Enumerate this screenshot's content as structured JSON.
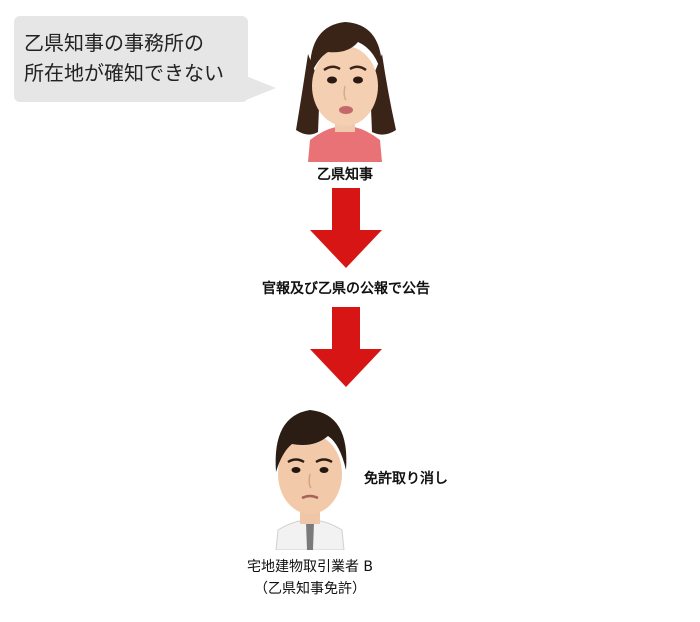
{
  "speech_bubble": {
    "text": "乙県知事の事務所の\n所在地が確知できない"
  },
  "governor": {
    "label": "乙県知事"
  },
  "step": {
    "label": "官報及び乙県の公報で公告"
  },
  "action": {
    "label": "免許取り消し"
  },
  "dealer": {
    "label": "宅地建物取引業者 B",
    "sublabel": "（乙県知事免許）"
  },
  "colors": {
    "arrow": "#d81515",
    "bubble": "#e6e6e6",
    "governor_shirt": "#e87276",
    "dealer_shirt": "#f2f2f2",
    "dealer_tie": "#7a7a7a"
  }
}
